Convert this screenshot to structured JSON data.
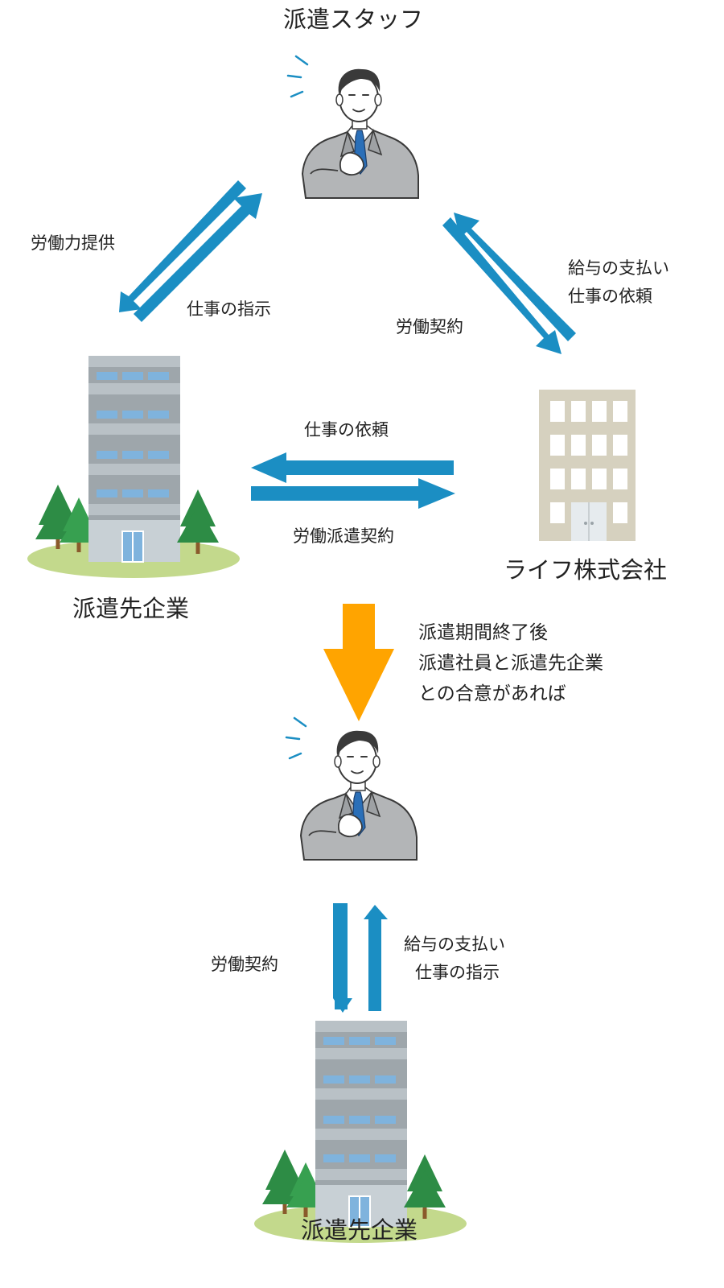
{
  "colors": {
    "arrow_blue": "#1b8ec3",
    "arrow_orange": "#ffa400",
    "suit_gray": "#b3b5b7",
    "tie_blue": "#2a6fb8",
    "building_gray": "#9ea6ab",
    "window_blue": "#7fb3dd",
    "office_beige": "#d6d1bf",
    "tree_green": "#2d8c45",
    "grass_green": "#c3d98c"
  },
  "icons": {
    "staff_top": "businessman-icon",
    "staff_bottom": "businessman-icon",
    "client_top": "office-building-icon",
    "client_bottom": "office-building-icon",
    "agency": "office-building-icon",
    "transition": "down-arrow-icon"
  },
  "labels": {
    "staff": "派遣スタッフ",
    "labor_provision": "労働力提供",
    "work_instruction": "仕事の指示",
    "salary_payment": "給与の支払い",
    "work_request": "仕事の依頼",
    "labor_contract": "労働契約",
    "agency_work_request": "仕事の依頼",
    "dispatch_contract": "労働派遣契約",
    "agency_name": "ライフ株式会社",
    "client_company": "派遣先企業",
    "condition_line1": "派遣期間終了後",
    "condition_line2": "派遣社員と派遣先企業",
    "condition_line3": "との合意があれば",
    "bottom_labor_contract": "労働契約",
    "bottom_salary_payment": "給与の支払い",
    "bottom_work_instruction": "仕事の指示",
    "bottom_client_company": "派遣先企業"
  }
}
